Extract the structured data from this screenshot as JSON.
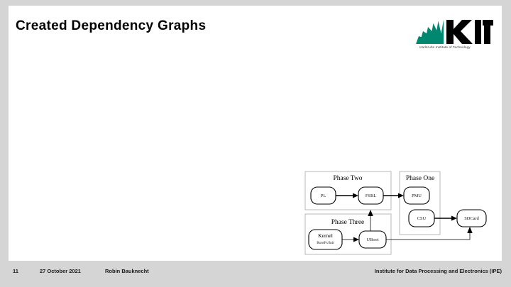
{
  "slide": {
    "title": "Created Dependency Graphs"
  },
  "logo": {
    "name": "kit-logo",
    "wordmark": "KIT",
    "subtitle": "Karlsruhe Institute of Technology",
    "ray_color": "#00876f",
    "wordmark_color": "#000000"
  },
  "diagram": {
    "type": "dependency-graph",
    "clusters": [
      {
        "id": "phase_two",
        "label": "Phase Two"
      },
      {
        "id": "phase_one",
        "label": "Phase One"
      },
      {
        "id": "phase_three",
        "label": "Phase Three"
      }
    ],
    "nodes": [
      {
        "id": "pl",
        "label": "PL",
        "cluster": "phase_two"
      },
      {
        "id": "fsbl",
        "label": "FSBL",
        "cluster": "phase_two"
      },
      {
        "id": "pmu",
        "label": "PMU",
        "cluster": "phase_one"
      },
      {
        "id": "csu",
        "label": "CSU",
        "cluster": "phase_one"
      },
      {
        "id": "sdcard",
        "label": "SDCard",
        "cluster": null
      },
      {
        "id": "kernel",
        "label": "Kernel",
        "label_line2": "RootFs/Init",
        "cluster": "phase_three"
      },
      {
        "id": "uboot",
        "label": "UBoot",
        "cluster": "phase_three"
      }
    ],
    "edges": [
      {
        "from": "pl",
        "to": "fsbl"
      },
      {
        "from": "fsbl",
        "to": "pmu"
      },
      {
        "from": "uboot",
        "to": "fsbl"
      },
      {
        "from": "csu",
        "to": "sdcard"
      },
      {
        "from": "kernel",
        "to": "uboot"
      },
      {
        "from": "uboot",
        "to": "sdcard"
      }
    ]
  },
  "footer": {
    "page_number": "11",
    "date": "27 October 2021",
    "author": "Robin Bauknecht",
    "institute": "Institute for Data Processing and Electronics (IPE)"
  }
}
